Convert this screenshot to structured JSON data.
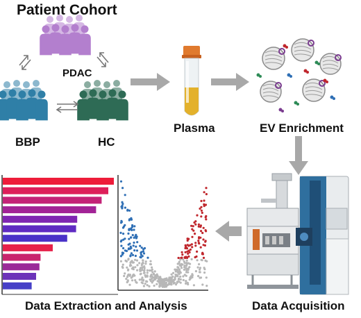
{
  "labels": {
    "title": "Patient Cohort",
    "pdac": "PDAC",
    "bbp": "BBP",
    "hc": "HC",
    "plasma": "Plasma",
    "ev": "EV Enrichment",
    "analysis": "Data Extraction and Analysis",
    "acquisition": "Data Acquisition"
  },
  "colors": {
    "pdac": "#b37fce",
    "bbp": "#2f7fa7",
    "hc": "#2e6b55",
    "arrow": "#a8a8a8",
    "plasma_cap": "#e07a2e",
    "plasma_fluid": "#e3b12b",
    "volcano_left": "#2f6fb5",
    "volcano_right": "#c0272d",
    "volcano_ns": "#b7b7b7"
  },
  "bar_values": [
    100,
    95,
    89,
    84,
    67,
    66,
    58,
    45,
    34,
    33,
    30,
    26
  ],
  "bar_colors": [
    "#ee1c3a",
    "#dd1f5a",
    "#c42277",
    "#a22396",
    "#7f26b2",
    "#5f2bc2",
    "#4a32c8",
    "#e6214a",
    "#c9246d",
    "#9a2a98",
    "#6c33b9",
    "#4640c7"
  ],
  "icons": [
    "people-icon",
    "arrow-icon",
    "tube-icon",
    "vesicle-icon",
    "mass-spectrometer-icon",
    "bar-chart-icon",
    "volcano-plot-icon"
  ]
}
